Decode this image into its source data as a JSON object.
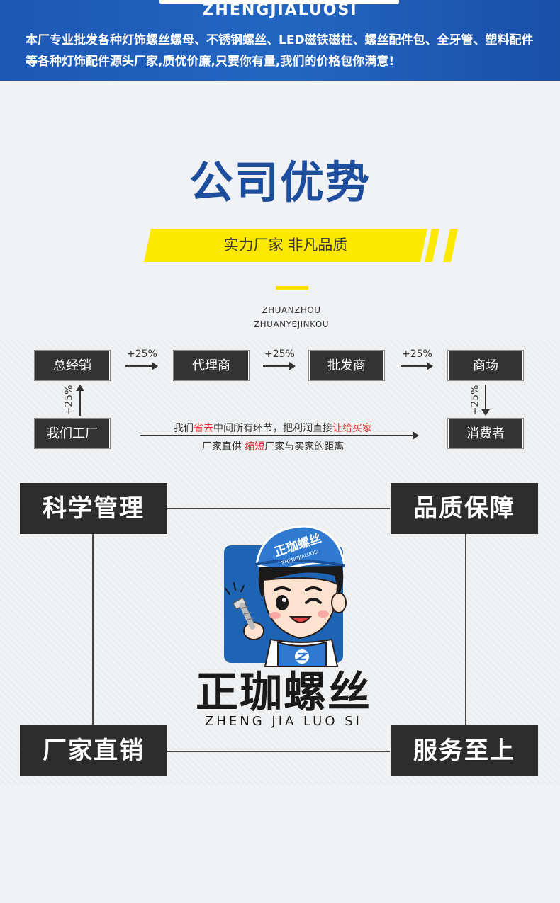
{
  "header": {
    "logo_en": "ZHENGJIALUOSI",
    "description": "本厂专业批发各种灯饰螺丝螺母、不锈钢螺丝、LED磁铁磁柱、螺丝配件包、全牙管、塑料配件等各种灯饰配件源头厂家,质优价廉,只要你有量,我们的价格包你满意!"
  },
  "section": {
    "title": "公司优势",
    "banner": "实力厂家 非凡品质",
    "subtitle_line1": "ZHUANZHOU",
    "subtitle_line2": "ZHUANYEJINKOU"
  },
  "flow": {
    "top_boxes": [
      "总经销",
      "代理商",
      "批发商",
      "商场"
    ],
    "markup": "+25%",
    "factory": "我们工厂",
    "consumer": "消费者",
    "line1": {
      "a": "我们",
      "b": "省去",
      "c": "中间所有环节，把利润直接",
      "d": "让给买家"
    },
    "line2": {
      "a": "厂家直供 ",
      "b": "缩短",
      "c": "厂家与买家的距离"
    }
  },
  "advantages": {
    "top_left": "科学管理",
    "top_right": "品质保障",
    "bottom_left": "厂家直销",
    "bottom_right": "服务至上"
  },
  "brand": {
    "cap_text": "正珈螺丝",
    "cap_text_en": "ZHENGJIALUOSI",
    "name_cn": "正珈螺丝",
    "name_en": "ZHENG JIA LUO SI"
  },
  "colors": {
    "header_blue": "#1c57b4",
    "title_blue": "#1d4e9e",
    "accent_yellow": "#fde900",
    "box_dark": "#333333",
    "highlight_red": "#e0282a"
  }
}
